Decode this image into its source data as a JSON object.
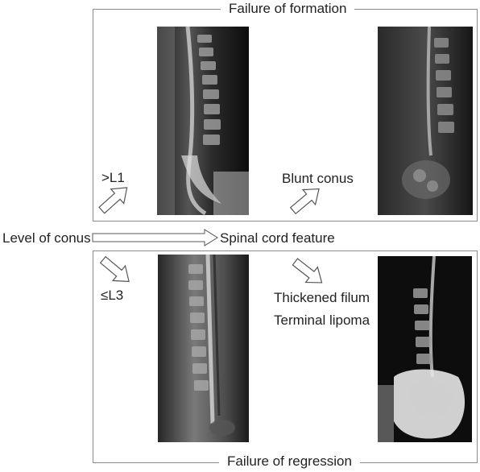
{
  "top_panel": {
    "title": "Failure of formation"
  },
  "bottom_panel": {
    "title": "Failure of regression"
  },
  "axis": {
    "level_label": "Level of conus",
    "feature_label": "Spinal cord feature"
  },
  "labels": {
    "above_l1": ">L1",
    "blunt_conus": "Blunt conus",
    "below_l3": "≤L3",
    "thickened_filum": "Thickened filum",
    "terminal_lipoma": "Terminal lipoma"
  }
}
